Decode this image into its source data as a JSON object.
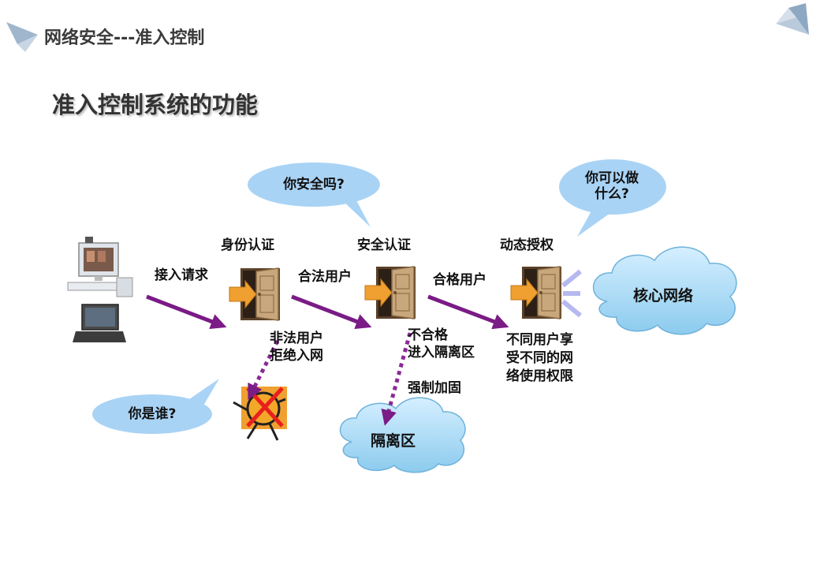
{
  "header": {
    "title": "网络安全---准入控制"
  },
  "slide": {
    "title": "准入控制系统的功能"
  },
  "stages": [
    {
      "label": "身份认证"
    },
    {
      "label": "安全认证"
    },
    {
      "label": "动态授权"
    }
  ],
  "flow": {
    "access_request": "接入请求",
    "legal_user": "合法用户",
    "qualified_user": "合格用户",
    "illegal_line1": "非法用户",
    "illegal_line2": "拒绝入网",
    "unqualified_line1": "不合格",
    "unqualified_line2": "进入隔离区",
    "enforce": "强制加固",
    "diff_line1": "不同用户享",
    "diff_line2": "受不同的网",
    "diff_line3": "络使用权限"
  },
  "bubbles": {
    "are_you_safe": "你安全吗?",
    "what_can_you_do_1": "你可以做",
    "what_can_you_do_2": "什么?",
    "who_are_you": "你是谁?"
  },
  "clouds": {
    "core": "核心网络",
    "quarantine": "隔离区"
  },
  "colors": {
    "arrow": "#7a1b86",
    "bubble": "#a9d3f5",
    "cloud": "#a8d8f3",
    "door_arrow": "#f0a030"
  }
}
